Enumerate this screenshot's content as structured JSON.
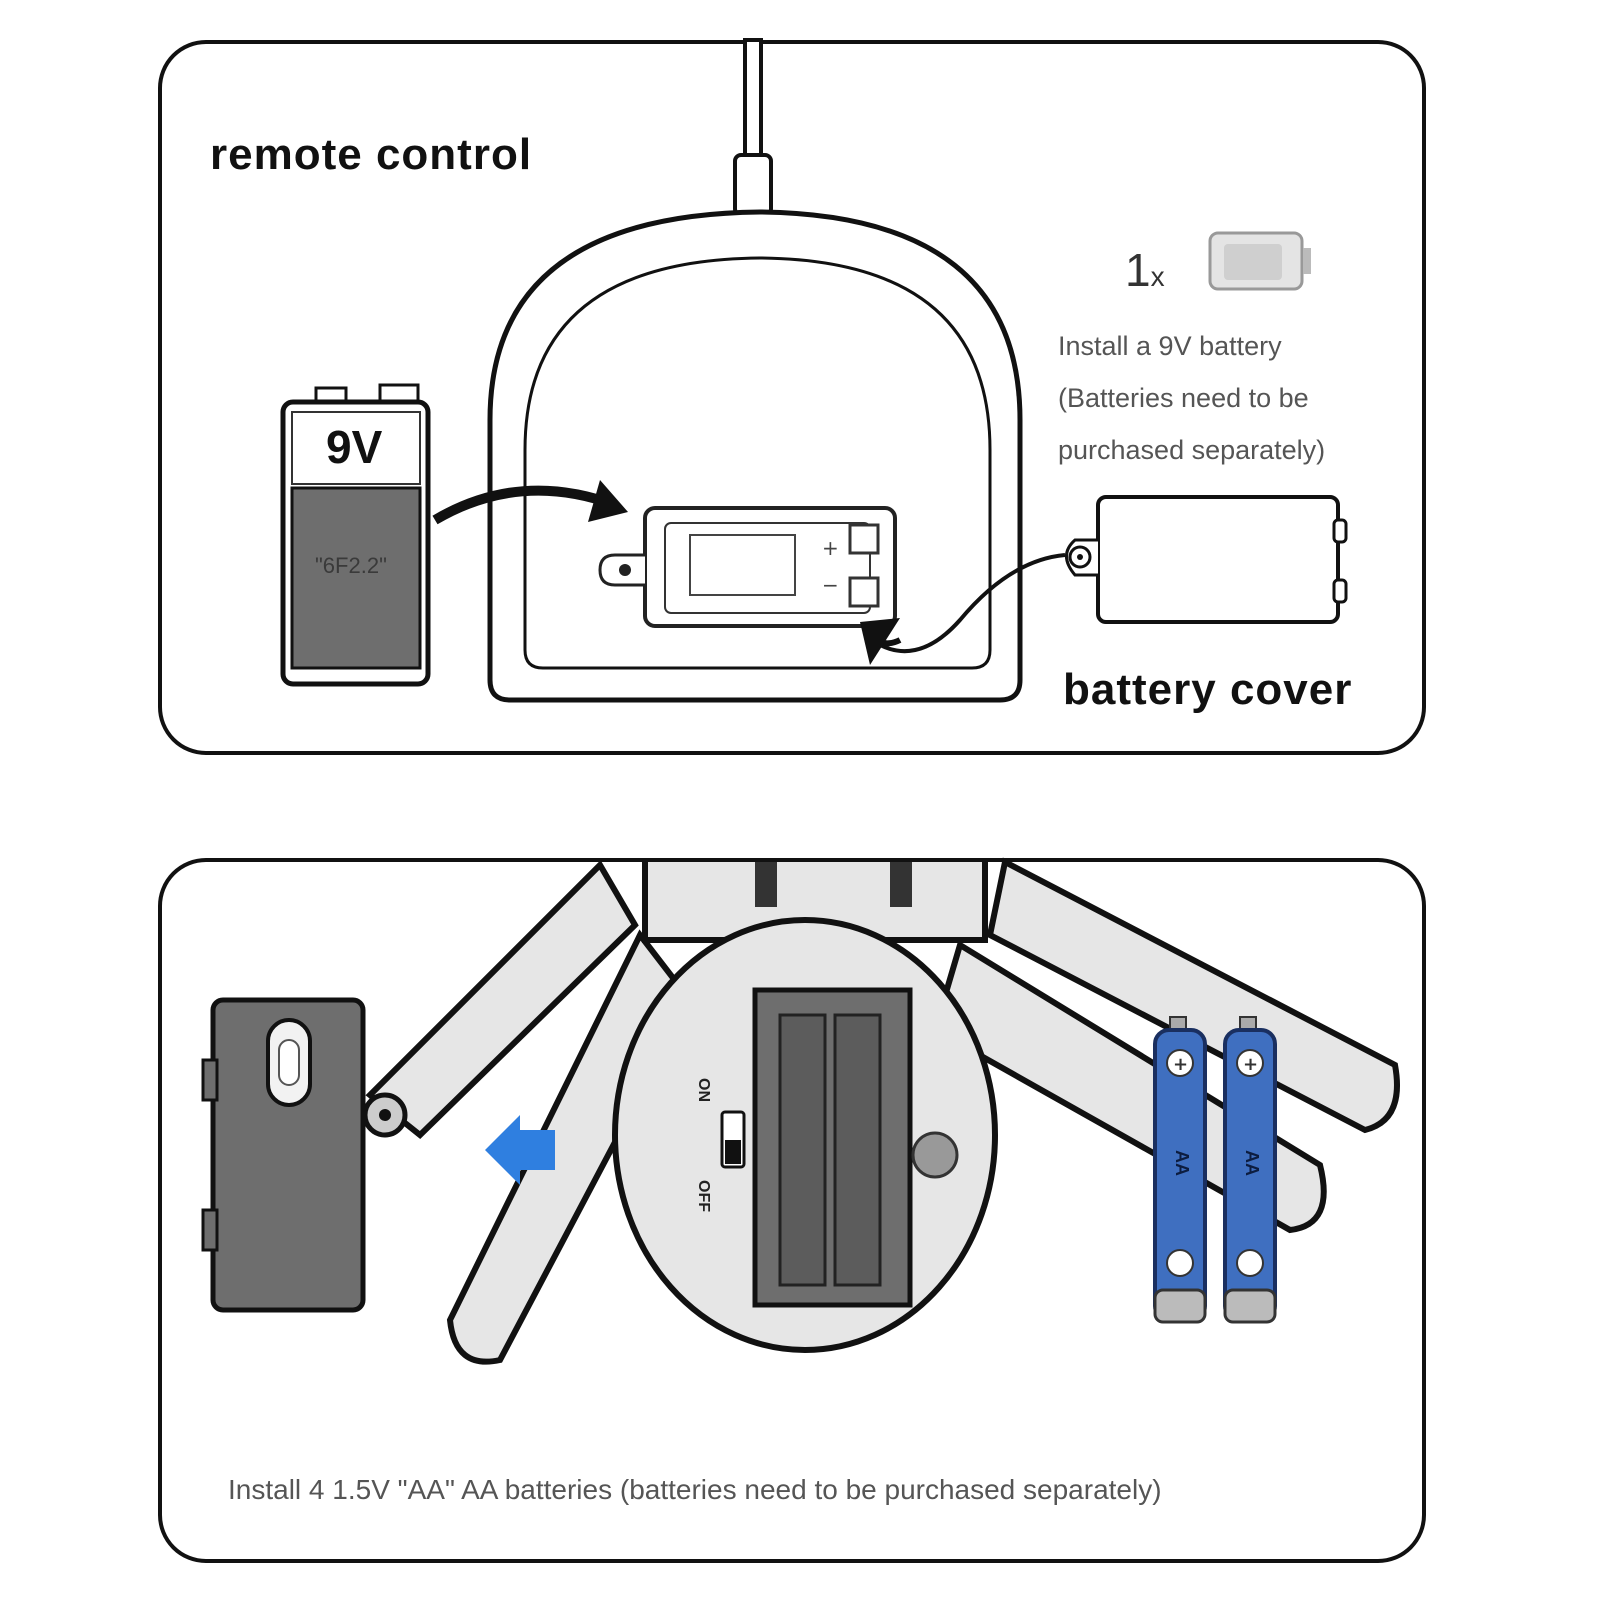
{
  "top_panel": {
    "title": "remote control",
    "quantity": "1",
    "quantity_mark": "x",
    "battery_label": "9V",
    "battery_model": "\"6F2.2\"",
    "note_lines": [
      "Install a 9V battery",
      "(Batteries need to be",
      "purchased separately)"
    ],
    "cover_label": "battery cover"
  },
  "bottom_panel": {
    "switch_on": "ON",
    "switch_off": "OFF",
    "cell_label": "AA",
    "caption": "Install 4 1.5V \"AA\" AA batteries (batteries need to be purchased separately)"
  },
  "colors": {
    "outline": "#111111",
    "battery_gray": "#6e6e6e",
    "battery_blue": "#3f6fc0",
    "arrow_blue": "#2f7fe0",
    "body_fill": "#e6e6e6"
  }
}
